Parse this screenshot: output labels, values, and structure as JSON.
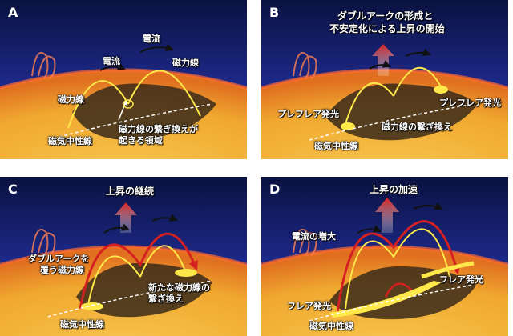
{
  "panels": {
    "A": {
      "letter": "A",
      "labels": {
        "current_left": "電流",
        "current_top": "電流",
        "field_right": "磁力線",
        "field_left": "磁力線",
        "reconnect_1": "磁力線の繋ぎ換えが",
        "reconnect_2": "起きる領域",
        "neutral": "磁気中性線"
      }
    },
    "B": {
      "letter": "B",
      "labels": {
        "title_1": "ダブルアークの形成と",
        "title_2": "不安定化による上昇の開始",
        "preflare_left": "プレフレア発光",
        "preflare_right": "プレフレア発光",
        "reconnect": "磁力線の繋ぎ換え",
        "neutral": "磁気中性線"
      }
    },
    "C": {
      "letter": "C",
      "labels": {
        "title": "上昇の継続",
        "cover_1": "ダブルアークを",
        "cover_2": "覆う磁力線",
        "new_1": "新たな磁力線の",
        "new_2": "繋ぎ換え",
        "neutral": "磁気中性線"
      }
    },
    "D": {
      "letter": "D",
      "labels": {
        "title": "上昇の加速",
        "current_inc": "電流の増大",
        "flare_left": "フレア発光",
        "flare_right": "フレア発光",
        "neutral": "磁気中性線"
      }
    }
  },
  "colors": {
    "sky_top": "#0a1240",
    "sky_bottom": "#2a3aa8",
    "sun": "#f4b43c",
    "sun_dark": "#3a2a1a",
    "field_line": "#ffe94a",
    "arrow_red": "#d42020"
  }
}
